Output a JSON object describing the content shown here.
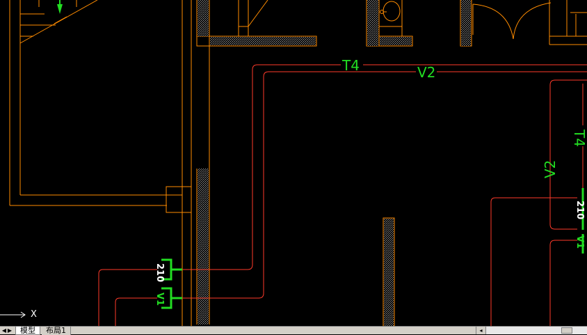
{
  "drawing": {
    "labels": {
      "t4_top": "T4",
      "v2_top": "V2",
      "v2_right": "V2",
      "t4_right": "T4",
      "tag_210_left": "210",
      "tag_v1_left": "V1",
      "tag_210_right": "210",
      "tag_v1_right": "V1"
    },
    "colors": {
      "background": "#000000",
      "wall_line": "#ff8c00",
      "pipe_line": "#ff3a2a",
      "annotation": "#22dd22",
      "axis": "#ffffff"
    }
  },
  "ucs": {
    "axis_label": "X",
    "icon": "ucs-x-arrow-icon"
  },
  "tabs": [
    {
      "label": "模型",
      "active": true
    },
    {
      "label": "布局1",
      "active": false
    }
  ],
  "nav_icons": [
    "first-tab-icon",
    "prev-tab-icon"
  ],
  "scrollbar": {
    "left_icon": "scroll-left-arrow-icon"
  }
}
